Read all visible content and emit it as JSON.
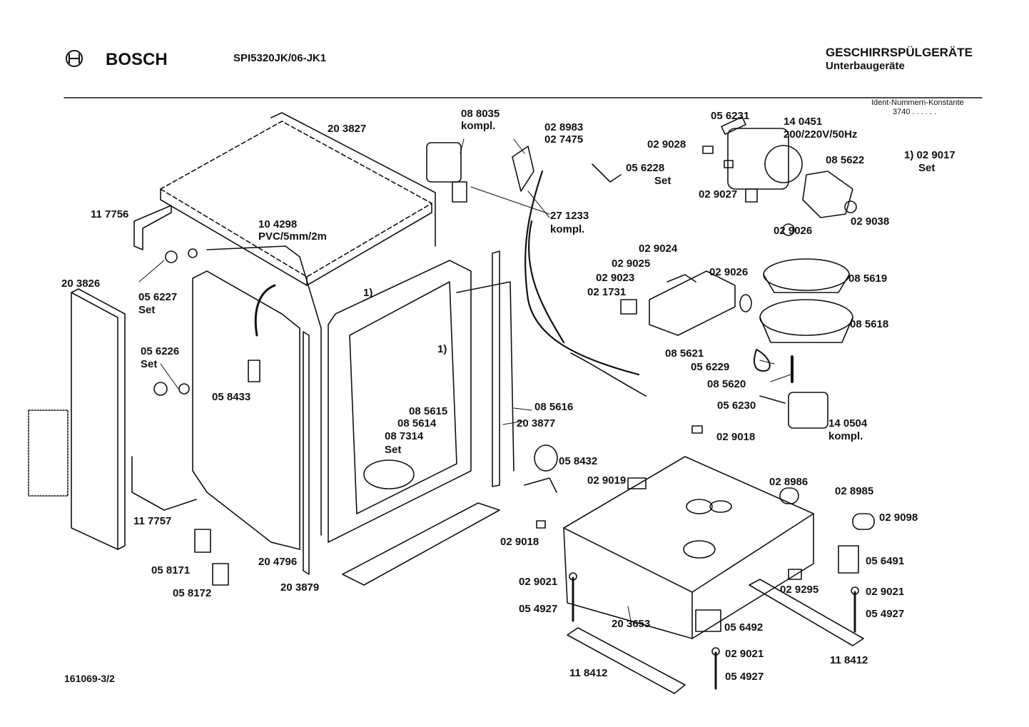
{
  "header": {
    "brand": "BOSCH",
    "model": "SPI5320JK/06-JK1",
    "category": "GESCHIRRSPÜLGERÄTE",
    "subcategory": "Unterbaugeräte",
    "ident_label": "Ident-Nummern-Konstante",
    "ident_value": "3740  . .   . . . ."
  },
  "footer": {
    "doc_number": "161069-3/2"
  },
  "parts": {
    "p203827": "20 3827",
    "p117756": "11 7756",
    "p203826": "20 3826",
    "p104298": "10 4298",
    "p104298_spec": "PVC/5mm/2m",
    "p056227": "05 6227",
    "p056227_set": "Set",
    "p056226": "05 6226",
    "p056226_set": "Set",
    "p058433": "05 8433",
    "p117757": "11 7757",
    "p204796": "20 4796",
    "p058171": "05 8171",
    "p058172": "05 8172",
    "p203879": "20 3879",
    "note1a": "1)",
    "note1b": "1)",
    "p085615": "08 5615",
    "p085614": "08 5614",
    "p087314": "08 7314",
    "p087314_set": "Set",
    "p085616": "08 5616",
    "p203877": "20 3877",
    "p088035": "08 8035",
    "p088035_kompl": "kompl.",
    "p028983": "02 8983",
    "p027475": "02 7475",
    "p271233": "27 1233",
    "p271233_kompl": "kompl.",
    "p056228": "05 6228",
    "p056228_set": "Set",
    "p056231": "05 6231",
    "p140451": "14 0451",
    "p140451_spec": "200/220V/50Hz",
    "p029028": "02 9028",
    "p085622": "08 5622",
    "p029027": "02 9027",
    "p029026a": "02 9026",
    "p029038": "02 9038",
    "p029017": "1) 02 9017",
    "p029017_set": "Set",
    "p029024": "02 9024",
    "p029025": "02 9025",
    "p029023": "02 9023",
    "p021731": "02 1731",
    "p029026b": "02 9026",
    "p085619": "08 5619",
    "p085618": "08 5618",
    "p085621": "08 5621",
    "p056229": "05 6229",
    "p085620": "08 5620",
    "p056230": "05 6230",
    "p140504": "14 0504",
    "p140504_kompl": "kompl.",
    "p029018a": "02 9018",
    "p058432": "05 8432",
    "p029019": "02 9019",
    "p028986": "02 8986",
    "p028985": "02 8985",
    "p029098": "02 9098",
    "p029018b": "02 9018",
    "p056491": "05 6491",
    "p029021a": "02 9021",
    "p054927a": "05 4927",
    "p029295": "02 9295",
    "p029021b": "02 9021",
    "p054927b": "05 4927",
    "p203653": "20 3653",
    "p056492": "05 6492",
    "p029021c": "02 9021",
    "p054927c": "05 4927",
    "p118412a": "11 8412",
    "p118412b": "11 8412"
  }
}
